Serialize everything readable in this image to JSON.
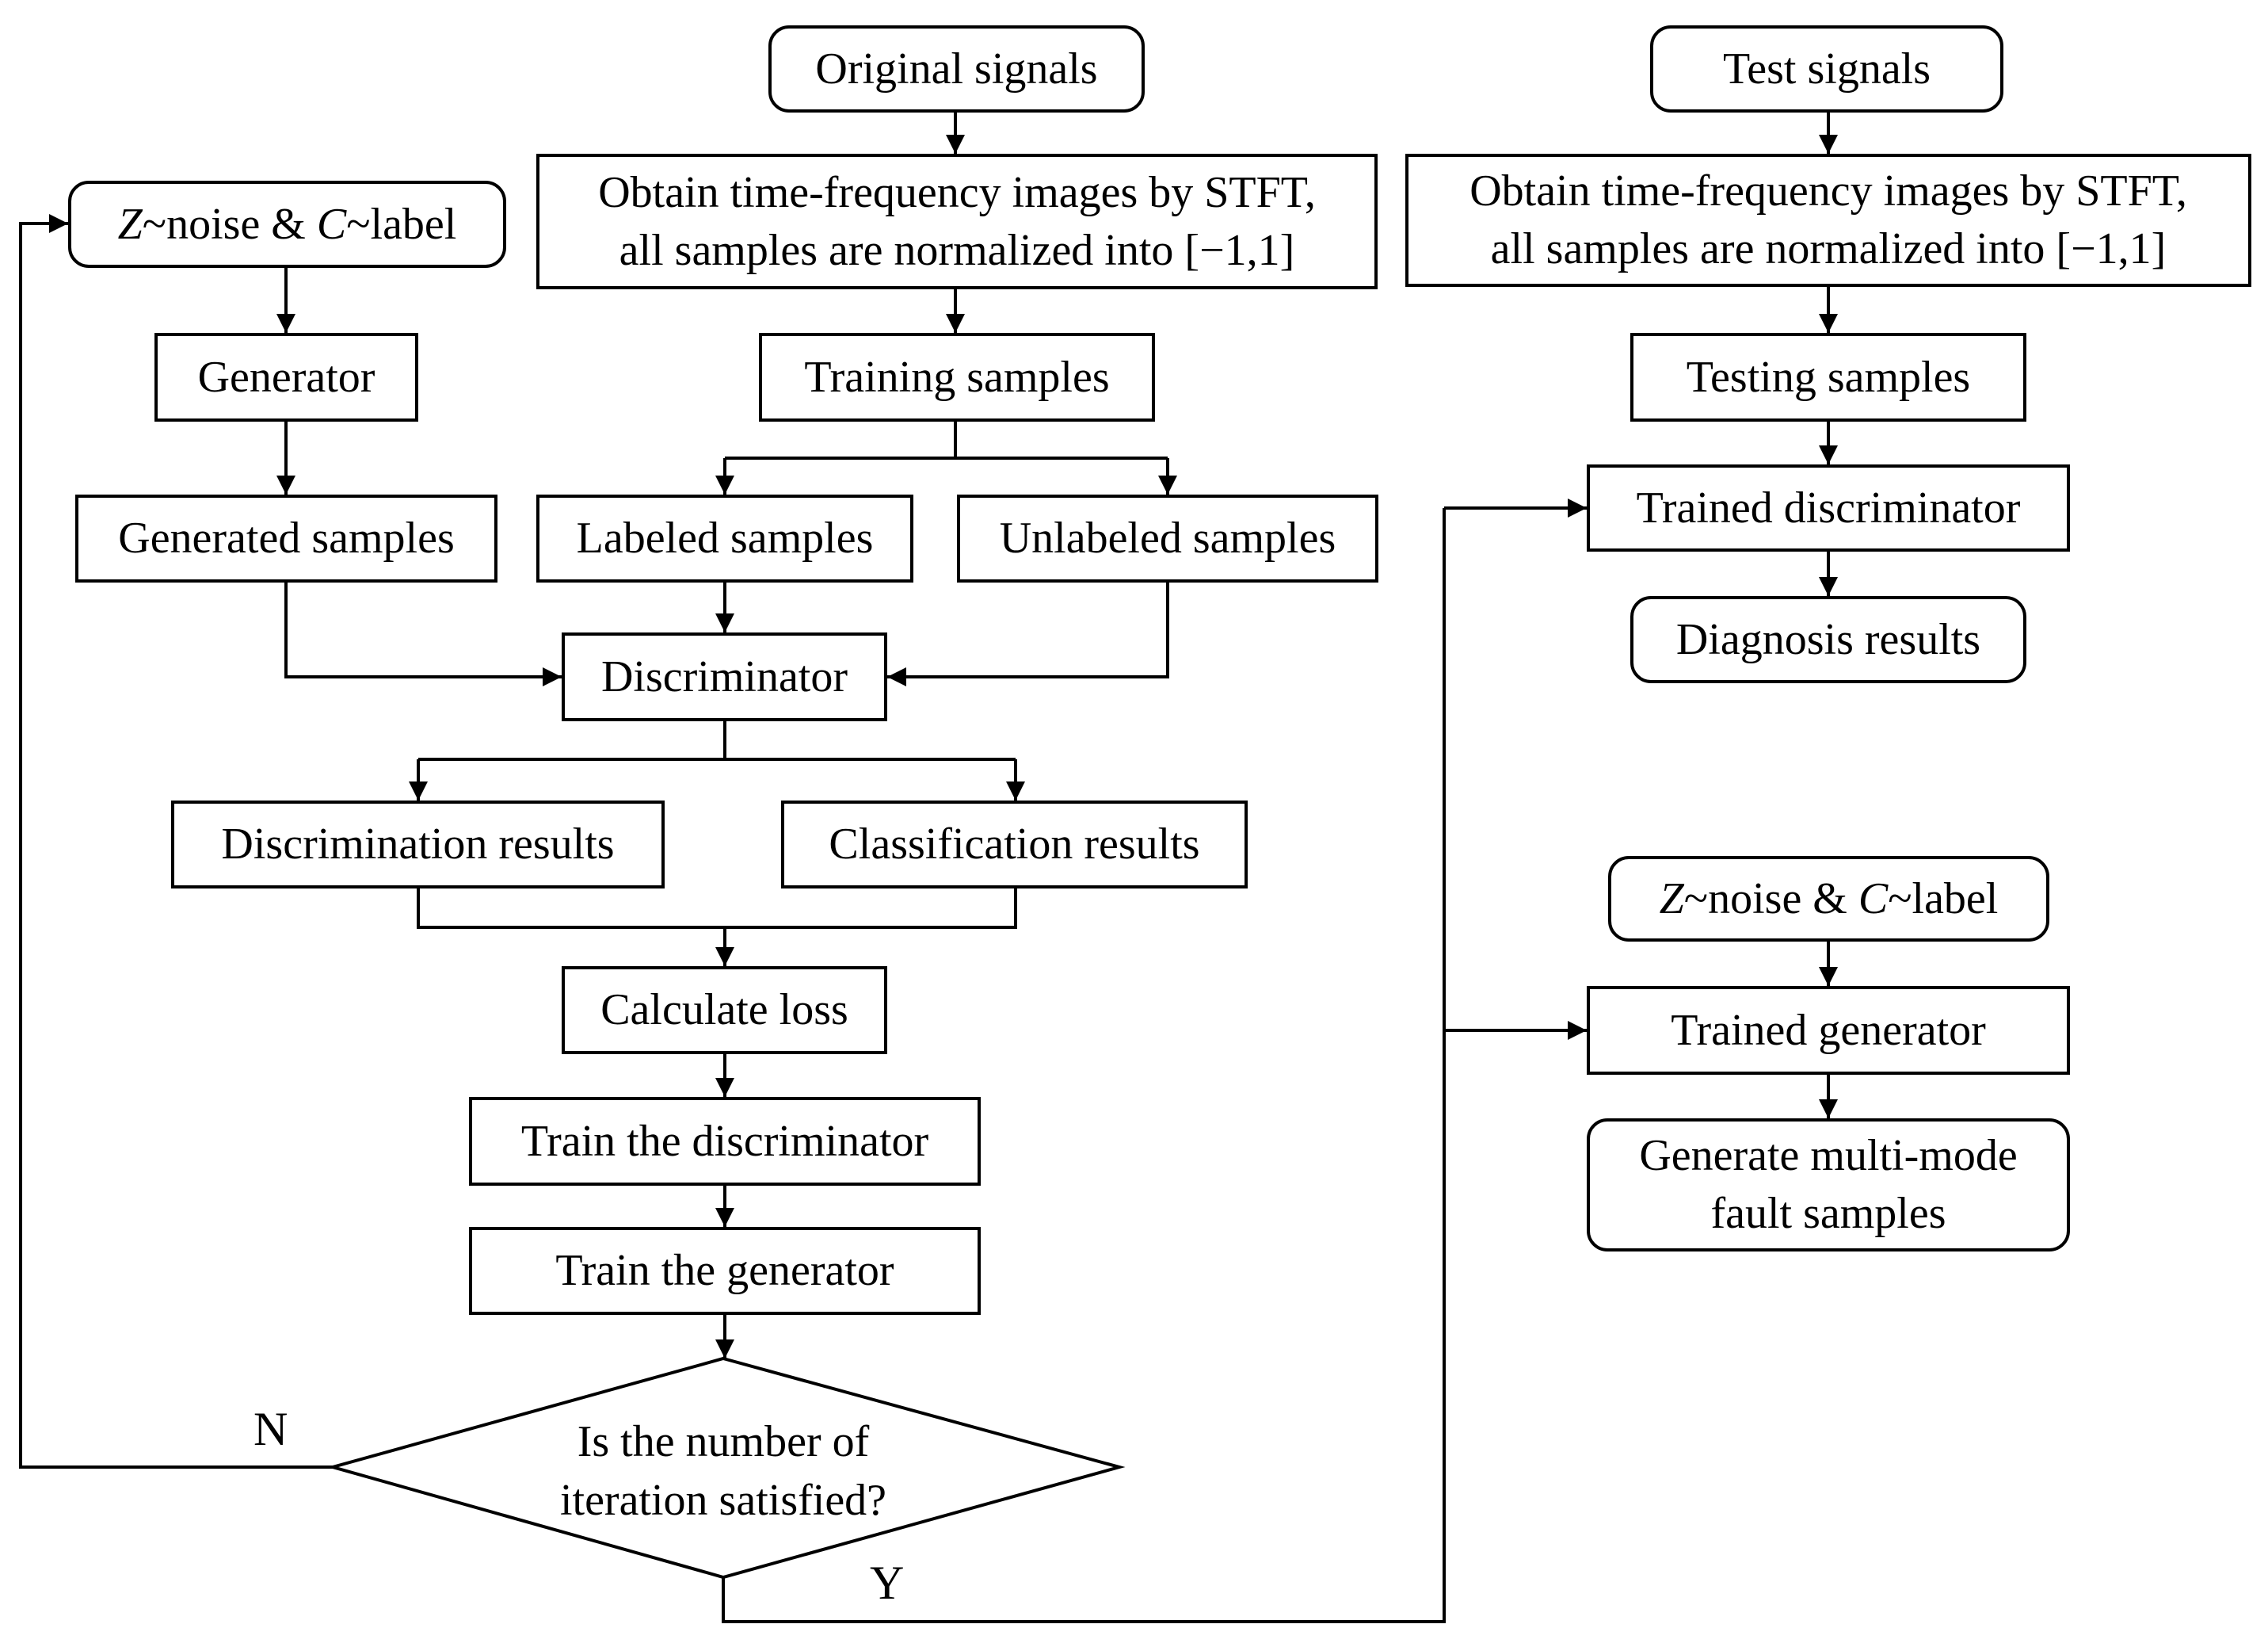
{
  "nodes": {
    "original_signals": "Original signals",
    "test_signals": "Test signals",
    "stft_left_line1": "Obtain time-frequency images by STFT,",
    "stft_left_line2": "all samples are normalized into [−1,1]",
    "stft_right_line1": "Obtain time-frequency images by STFT,",
    "stft_right_line2": "all samples are normalized into [−1,1]",
    "noise_label_top": {
      "z": "Z",
      "mid": "~noise & ",
      "c": "C",
      "tail": "~label"
    },
    "noise_label_right": {
      "z": "Z",
      "mid": "~noise & ",
      "c": "C",
      "tail": "~label"
    },
    "generator": "Generator",
    "training_samples": "Training samples",
    "testing_samples": "Testing samples",
    "generated_samples": "Generated samples",
    "labeled_samples": "Labeled samples",
    "unlabeled_samples": "Unlabeled samples",
    "trained_discriminator": "Trained discriminator",
    "diagnosis_results": "Diagnosis results",
    "discriminator": "Discriminator",
    "discrimination_results": "Discrimination results",
    "classification_results": "Classification results",
    "calculate_loss": "Calculate loss",
    "trained_generator": "Trained generator",
    "generate_faults_line1": "Generate multi-mode",
    "generate_faults_line2": "fault samples",
    "train_discriminator": "Train the discriminator",
    "train_generator": "Train the generator",
    "decision_line1": "Is the number of",
    "decision_line2": "iteration satisfied?"
  },
  "branch_labels": {
    "no": "N",
    "yes": "Y"
  }
}
